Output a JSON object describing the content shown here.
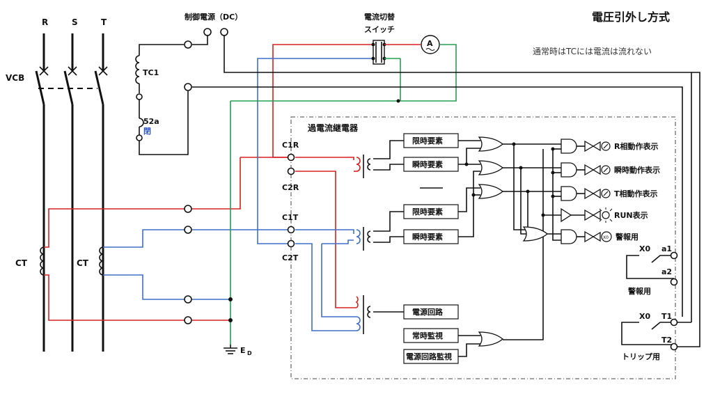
{
  "title": "電圧引外し方式",
  "note": "通常時はTCには電流は流れない",
  "phases": [
    "R",
    "S",
    "T"
  ],
  "vcb_label": "VCB",
  "ct_labels": [
    "CT",
    "CT"
  ],
  "dc_power_label": "制御電源（DC）",
  "tc_label": "TC1",
  "aux_contact_label": "52a",
  "aux_contact_state": "閉",
  "switch_label_line1": "電流切替",
  "switch_label_line2": "スイッチ",
  "ammeter_symbol": "A",
  "relay_title": "過電流継電器",
  "terminals": {
    "c1r": "C1R",
    "c2r": "C2R",
    "c1t": "C1T",
    "c2t": "C2T"
  },
  "elements": [
    "限時要素",
    "瞬時要素",
    "限時要素",
    "瞬時要素",
    "電源回路",
    "常時監視",
    "電源回路監視"
  ],
  "indicators": [
    "R相動作表示",
    "瞬時動作表示",
    "T相動作表示",
    "RUN表示",
    "警報用"
  ],
  "alarm_contact": {
    "x_label": "X0",
    "a1": "a1",
    "a2": "a2",
    "caption": "警報用"
  },
  "trip_contact": {
    "x_label": "X0",
    "t1": "T1",
    "t2": "T2",
    "caption": "トリップ用"
  },
  "ground_label": "E",
  "ground_subscript": "D",
  "colors": {
    "red": "#d62020",
    "blue": "#3e6fc8",
    "green": "#22a050",
    "accent_blue_text": "#2d55c9"
  }
}
